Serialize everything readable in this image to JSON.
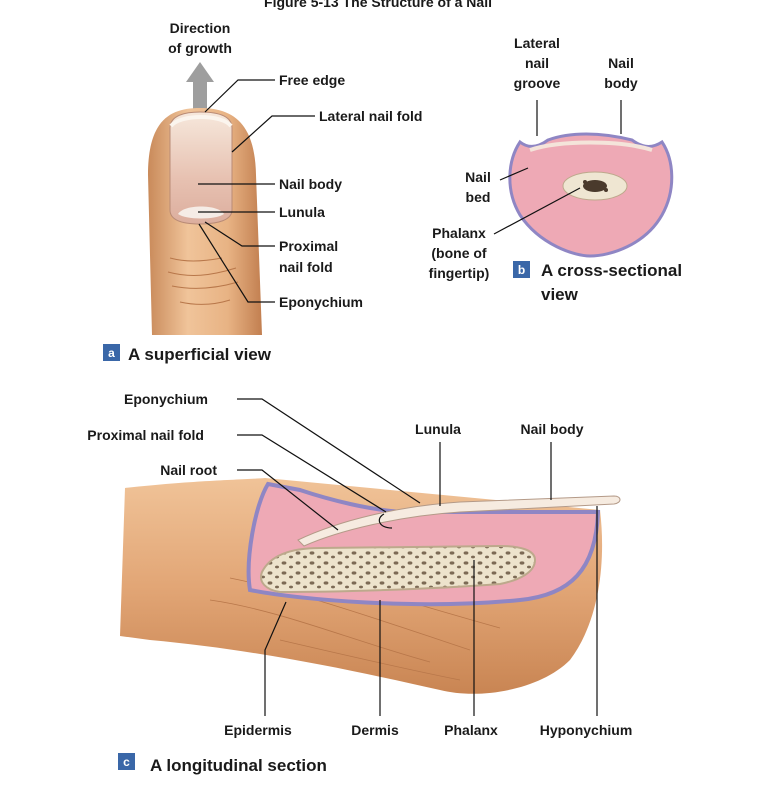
{
  "figure_title": "Figure 5-13  The Structure of a Nail",
  "panel_a": {
    "badge": "a",
    "caption": "A superficial view",
    "direction_line1": "Direction",
    "direction_line2": "of growth",
    "free_edge": "Free edge",
    "lateral_nail_fold": "Lateral nail fold",
    "nail_body": "Nail body",
    "lunula": "Lunula",
    "proximal_line1": "Proximal",
    "proximal_line2": "nail fold",
    "eponychium": "Eponychium"
  },
  "panel_b": {
    "badge": "b",
    "caption_line1": "A cross-sectional",
    "caption_line2": "view",
    "lateral_line1": "Lateral",
    "lateral_line2": "nail",
    "lateral_line3": "groove",
    "nail_body_line1": "Nail",
    "nail_body_line2": "body",
    "nail_bed_line1": "Nail",
    "nail_bed_line2": "bed",
    "phalanx_line1": "Phalanx",
    "phalanx_line2": "(bone of",
    "phalanx_line3": "fingertip)"
  },
  "panel_c": {
    "badge": "c",
    "caption": "A longitudinal section",
    "eponychium": "Eponychium",
    "proximal_nail_fold": "Proximal nail fold",
    "nail_root": "Nail root",
    "lunula": "Lunula",
    "nail_body": "Nail body",
    "epidermis": "Epidermis",
    "dermis": "Dermis",
    "phalanx": "Phalanx",
    "hyponychium": "Hyponychium"
  },
  "colors": {
    "skin": "#e8b384",
    "skin_dark": "#c98a5a",
    "tissue_pink": "#eea9b5",
    "epidermis_blue": "#8f86c4",
    "bone": "#e9dfc8",
    "nail": "#f3e3d3",
    "badge": "#3a67a8"
  }
}
